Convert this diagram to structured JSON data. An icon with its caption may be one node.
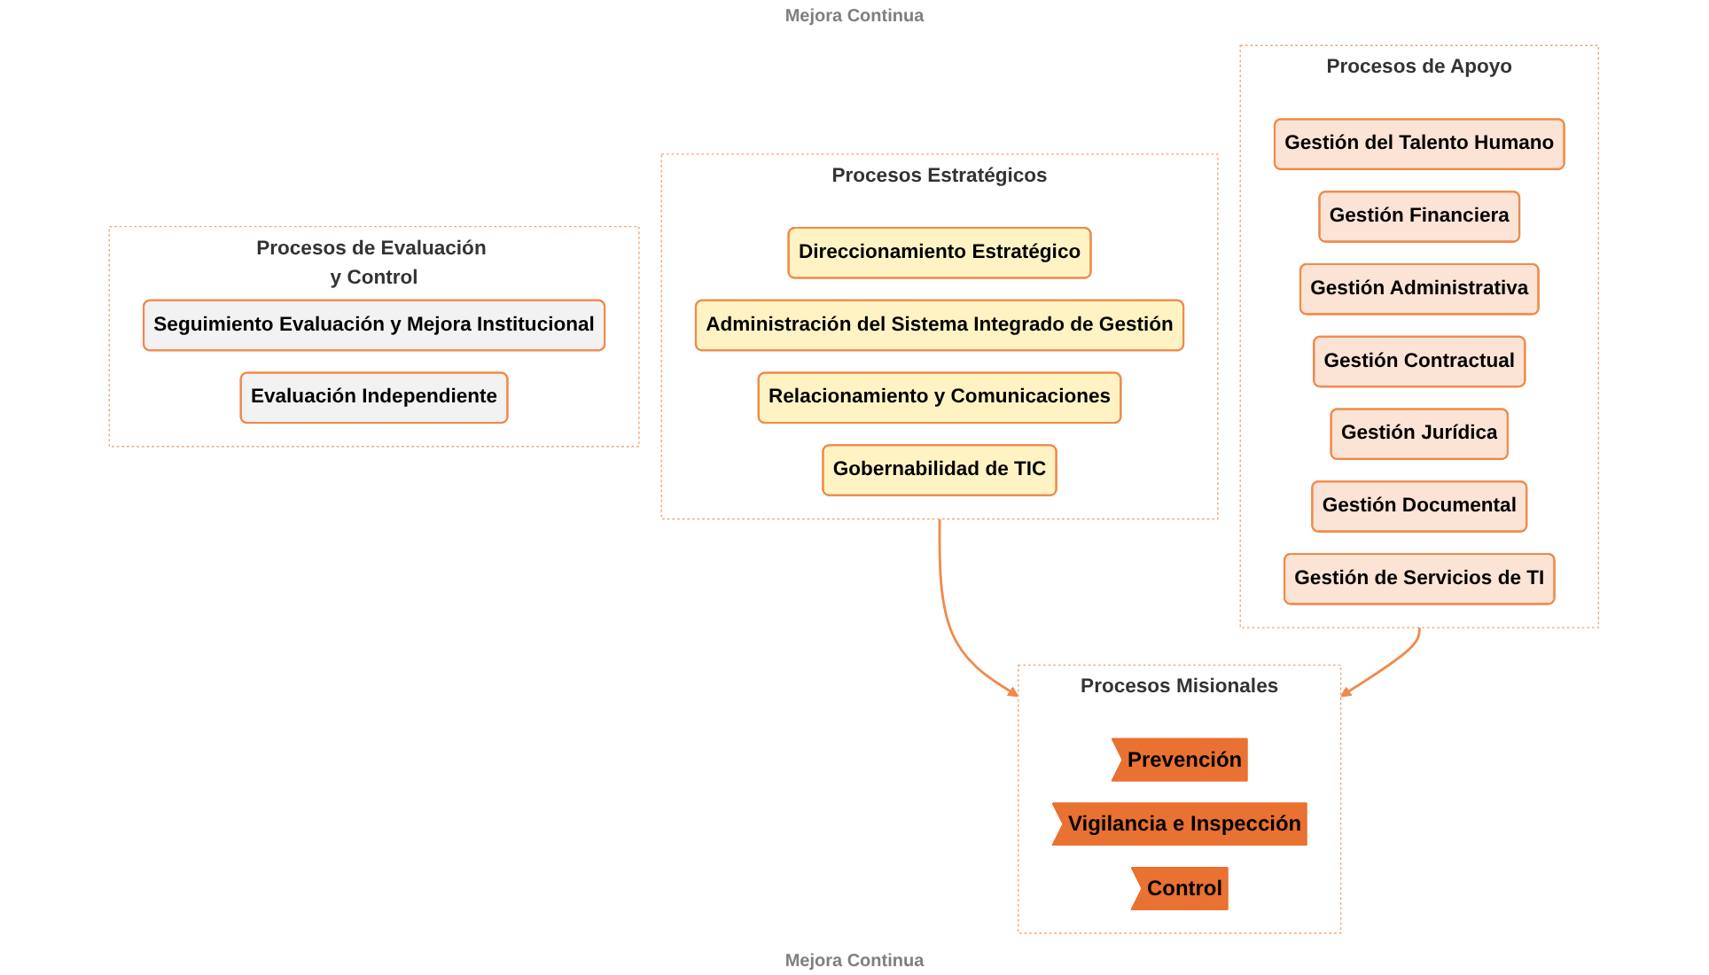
{
  "diagram": {
    "nodes": [
      {
        "text": [
          "Procesos Estratégicos"
        ]
      },
      {
        "text": [
          "Direccionamiento Estratégico"
        ],
        "in": 0
      },
      {
        "text": [
          "Administración del Sistema Integrado de Gestión"
        ],
        "in": 0
      },
      {
        "text": [
          "Relacionamiento y Comunicaciones"
        ],
        "in": 0
      },
      {
        "text": [
          "Gobernabilidad de TIC"
        ],
        "in": 0
      },
      {
        "text": [
          "Procesos Misionales"
        ]
      },
      {
        "text": [
          "Prevención"
        ],
        "in": 5
      },
      {
        "text": [
          "Vigilancia e Inspección"
        ],
        "in": 5
      },
      {
        "text": [
          "Control"
        ],
        "in": 5
      },
      {
        "text": [
          "Procesos de Apoyo"
        ]
      },
      {
        "text": [
          "Gestión del Talento Humano"
        ],
        "in": 9
      },
      {
        "text": [
          "Gestión Financiera"
        ],
        "in": 9
      },
      {
        "text": [
          "Gestión Administrativa"
        ],
        "in": 9
      },
      {
        "text": [
          "Gestión Contractual"
        ],
        "in": 9
      },
      {
        "text": [
          "Gestión Jurídica"
        ],
        "in": 9
      },
      {
        "text": [
          "Gestión Documental"
        ],
        "in": 9
      },
      {
        "text": [
          "Gestión de Servicios de TI"
        ],
        "in": 9
      },
      {
        "text": [
          "Procesos de Evaluación y Control"
        ]
      },
      {
        "text": [
          "Seguimiento Evaluación y Mejora Institucional"
        ],
        "in": 17
      },
      {
        "text": [
          "Evaluación Independiente"
        ],
        "in": 17
      }
    ],
    "edges": [
      {
        "from": 0,
        "to": 5,
        "arrow": "to"
      },
      {
        "from": 9,
        "to": 5,
        "arrow": "to"
      }
    ],
    "labels": [
      "Mejora Continua",
      "Mejora Continua"
    ]
  }
}
